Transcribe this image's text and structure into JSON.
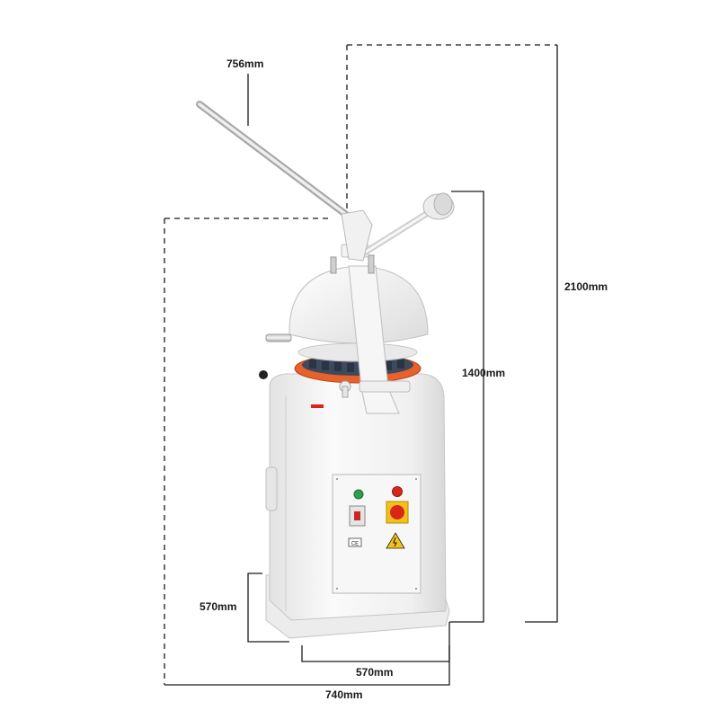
{
  "dimensions": {
    "handle_reach": "756mm",
    "total_height": "2100mm",
    "body_height": "1400mm",
    "base_depth": "570mm",
    "base_width": "570mm",
    "total_width": "740mm"
  },
  "machine": {
    "ce_mark": "CE",
    "warning_symbol": "high-voltage-warning",
    "colors": {
      "body": "#f4f4f4",
      "accent_orange": "#e8602a",
      "start_button_green": "#2e9e4c",
      "stop_button_red": "#d9261c",
      "knob_yellow": "#f2c21a",
      "dim_line": "#1a1a1a"
    }
  }
}
